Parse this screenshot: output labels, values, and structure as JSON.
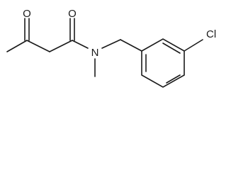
{
  "molecule": {
    "atoms": {
      "oxygen_ketone": "O",
      "oxygen_amide": "O",
      "nitrogen": "N",
      "chlorine": "Cl"
    },
    "colors": {
      "bond": "#1a1a1a",
      "label": "#1a1a1a",
      "background": "#ffffff"
    }
  }
}
